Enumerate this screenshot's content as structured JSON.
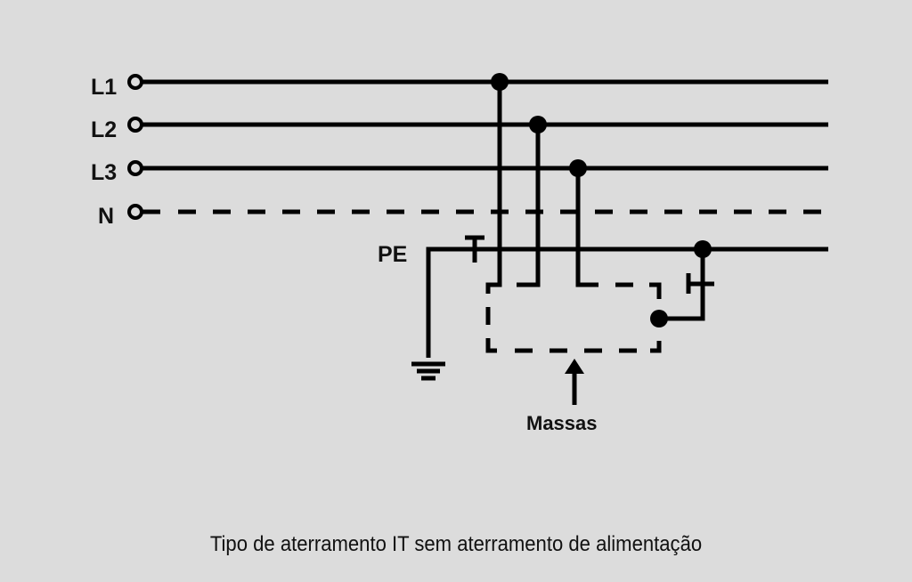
{
  "diagram": {
    "conductors": [
      {
        "id": "L1",
        "label": "L1",
        "style": "solid"
      },
      {
        "id": "L2",
        "label": "L2",
        "style": "solid"
      },
      {
        "id": "L3",
        "label": "L3",
        "style": "solid"
      },
      {
        "id": "N",
        "label": "N",
        "style": "dashed"
      },
      {
        "id": "PE",
        "label": "PE",
        "style": "solid"
      }
    ],
    "labels": {
      "l1": "L1",
      "l2": "L2",
      "l3": "L3",
      "n": "N",
      "pe": "PE",
      "masses": "Massas"
    },
    "caption": "Tipo de aterramento IT sem aterramento de alimentação",
    "colors": {
      "background": "#dcdcdc",
      "line": "#000000",
      "text": "#111111"
    }
  }
}
